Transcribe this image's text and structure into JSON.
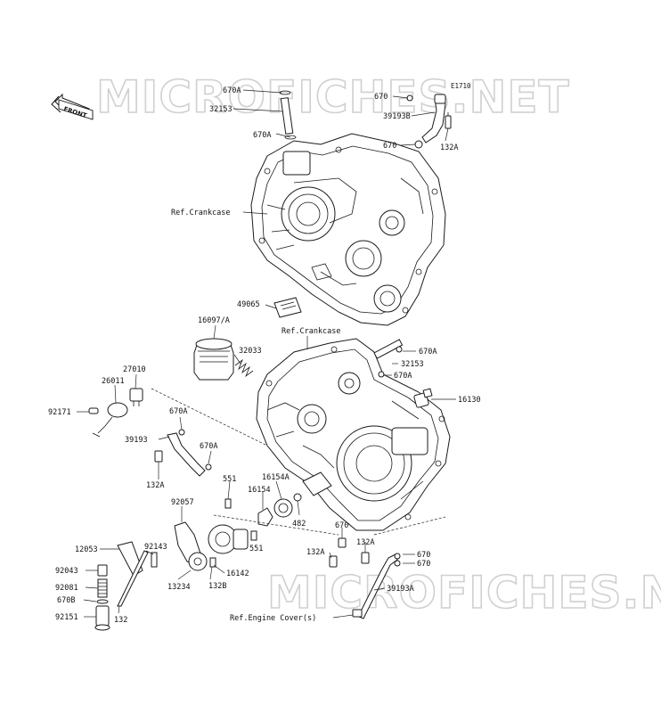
{
  "watermark": "MICROFICHES.NET",
  "figure_code": "E1710",
  "front_label": "FRONT",
  "labels": {
    "p670A_top": "670A",
    "p32153_top": "32153",
    "p670A_top2": "670A",
    "p670_r1": "670",
    "p39193B": "39193B",
    "p670_r2": "670",
    "p132A_r": "132A",
    "ref_crankcase_1": "Ref.Crankcase",
    "p49065": "49065",
    "p16097A": "16097/A",
    "ref_crankcase_2": "Ref.Crankcase",
    "p32033": "32033",
    "p670A_m1": "670A",
    "p32153_m": "32153",
    "p670A_m2": "670A",
    "p27010": "27010",
    "p26011": "26011",
    "p92171": "92171",
    "p670A_l1": "670A",
    "p39193": "39193",
    "p670A_l2": "670A",
    "p132A_l": "132A",
    "p16130": "16130",
    "p551_a": "551",
    "p16154A": "16154A",
    "p16154": "16154",
    "p92057": "92057",
    "p482": "482",
    "p551_b": "551",
    "p670_b1": "670",
    "p132A_b1": "132A",
    "p132A_b2": "132A",
    "p670_b2": "670",
    "p670_b3": "670",
    "p12053": "12053",
    "p92143": "92143",
    "p92043": "92043",
    "p16142": "16142",
    "p92081": "92081",
    "p13234": "13234",
    "p132B": "132B",
    "p39193A": "39193A",
    "p670B": "670B",
    "p92151": "92151",
    "p132": "132",
    "ref_engine_cover": "Ref.Engine Cover(s)"
  }
}
